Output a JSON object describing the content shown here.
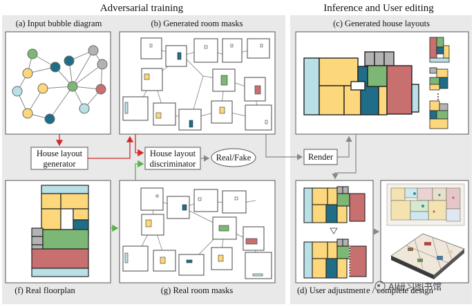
{
  "titles": {
    "left": "Adversarial training",
    "right": "Inference and User editing"
  },
  "captions": {
    "a": "(a) Input bubble diagram",
    "b": "(b) Generated room masks",
    "c": "(c) Generated house layouts",
    "d": "(d) User adjustment",
    "d_tail": "e / complete design",
    "f": "(f) Real floorplan",
    "g": "(g) Real room masks"
  },
  "nodes": {
    "generator": [
      "House layout",
      "generator"
    ],
    "discriminator": [
      "House layout",
      "discriminator"
    ],
    "real_fake": "Real/Fake",
    "render": "Render"
  },
  "watermark": "AI研习图书馆",
  "colors": {
    "yellow": "#fcd77b",
    "teal": "#1f6d86",
    "green": "#7db775",
    "red": "#c86f70",
    "lightblue": "#b8e0e6",
    "gray": "#b3b3b3",
    "arrow_red": "#d22a2a",
    "arrow_green": "#59b14a",
    "arrow_gray": "#888888"
  }
}
